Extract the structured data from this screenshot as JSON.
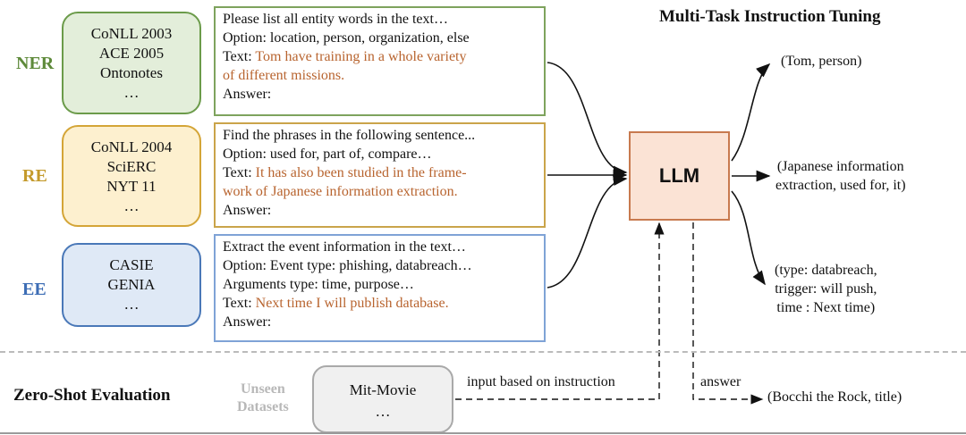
{
  "title": "Multi-Task Instruction Tuning",
  "tasks": [
    {
      "label": "NER",
      "datasets": [
        "CoNLL 2003",
        "ACE 2005",
        "Ontonotes",
        "…"
      ],
      "instruction": {
        "line1": "Please list all entity words in the text…",
        "line2": "Option: location, person, organization, else",
        "text_prefix": "Text: ",
        "text_part1": "Tom have training in a whole variety",
        "text_part2": "of different missions.",
        "answer": "Answer:"
      },
      "output": [
        "(Tom, person)"
      ]
    },
    {
      "label": "RE",
      "datasets": [
        "CoNLL 2004",
        "SciERC",
        "NYT 11",
        "…"
      ],
      "instruction": {
        "line1": "Find the phrases in the following sentence...",
        "line2": "Option: used for, part of, compare…",
        "text_prefix": "Text: ",
        "text_part1": "It has also been studied in the frame-",
        "text_part2": "work of Japanese information extraction.",
        "answer": "Answer:"
      },
      "output": [
        "(Japanese information",
        "extraction, used for, it)"
      ]
    },
    {
      "label": "EE",
      "datasets": [
        "CASIE",
        "GENIA",
        "…"
      ],
      "instruction": {
        "line1": "Extract the event information in the text…",
        "line2": "Option: Event type: phishing, databreach…",
        "line3": "Arguments type: time, purpose…",
        "text_prefix": "Text: ",
        "text_part1": "Next time I will publish database.",
        "answer": "Answer:"
      },
      "output": [
        "(type: databreach,",
        "trigger: will push,",
        "time : Next time)"
      ]
    }
  ],
  "llm_label": "LLM",
  "zero_shot": {
    "label": "Zero-Shot Evaluation",
    "unseen_line1": "Unseen",
    "unseen_line2": "Datasets",
    "dataset_name": "Mit-Movie",
    "dataset_more": "…",
    "input_edge_label": "input based on instruction",
    "answer_edge_label": "answer",
    "output": "(Bocchi the Rock, title)"
  },
  "colors": {
    "ner": "#5e8a3a",
    "re": "#c49a2c",
    "ee": "#3d6db5",
    "highlight_text": "#b8642f",
    "llm_fill": "#fbe3d5",
    "llm_border": "#c87a4f"
  }
}
